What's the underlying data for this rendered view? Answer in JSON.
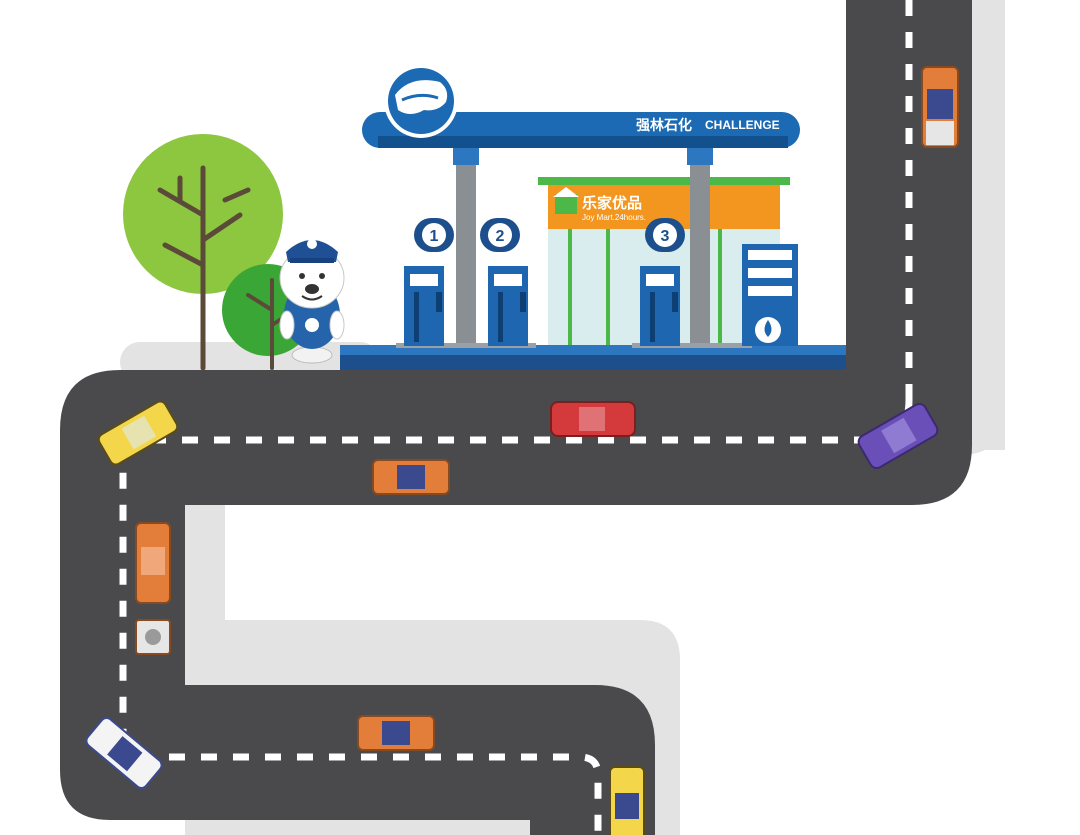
{
  "station": {
    "brand_cn": "强林石化",
    "brand_en": "CHALLENGE"
  },
  "mart": {
    "name_cn": "乐家优品",
    "name_en": "Joy Mart.24hours."
  },
  "pumps": [
    {
      "number": "1"
    },
    {
      "number": "2"
    },
    {
      "number": "3"
    }
  ],
  "colors": {
    "road": "#4a4a4c",
    "road_shadow": "#e3e3e3",
    "canopy_blue": "#1c6ab3",
    "pump_blue": "#1f66b0",
    "mart_orange": "#f2961f",
    "mart_green": "#4cb848",
    "pillar_gray": "#8a8f94",
    "tree_green": "#8dc63f",
    "tree_green_dark": "#3aa635"
  },
  "icons": {
    "logo": "polar-bear-globe-icon",
    "mart_logo": "house-leaf-icon",
    "droplet": "fuel-drop-icon"
  }
}
